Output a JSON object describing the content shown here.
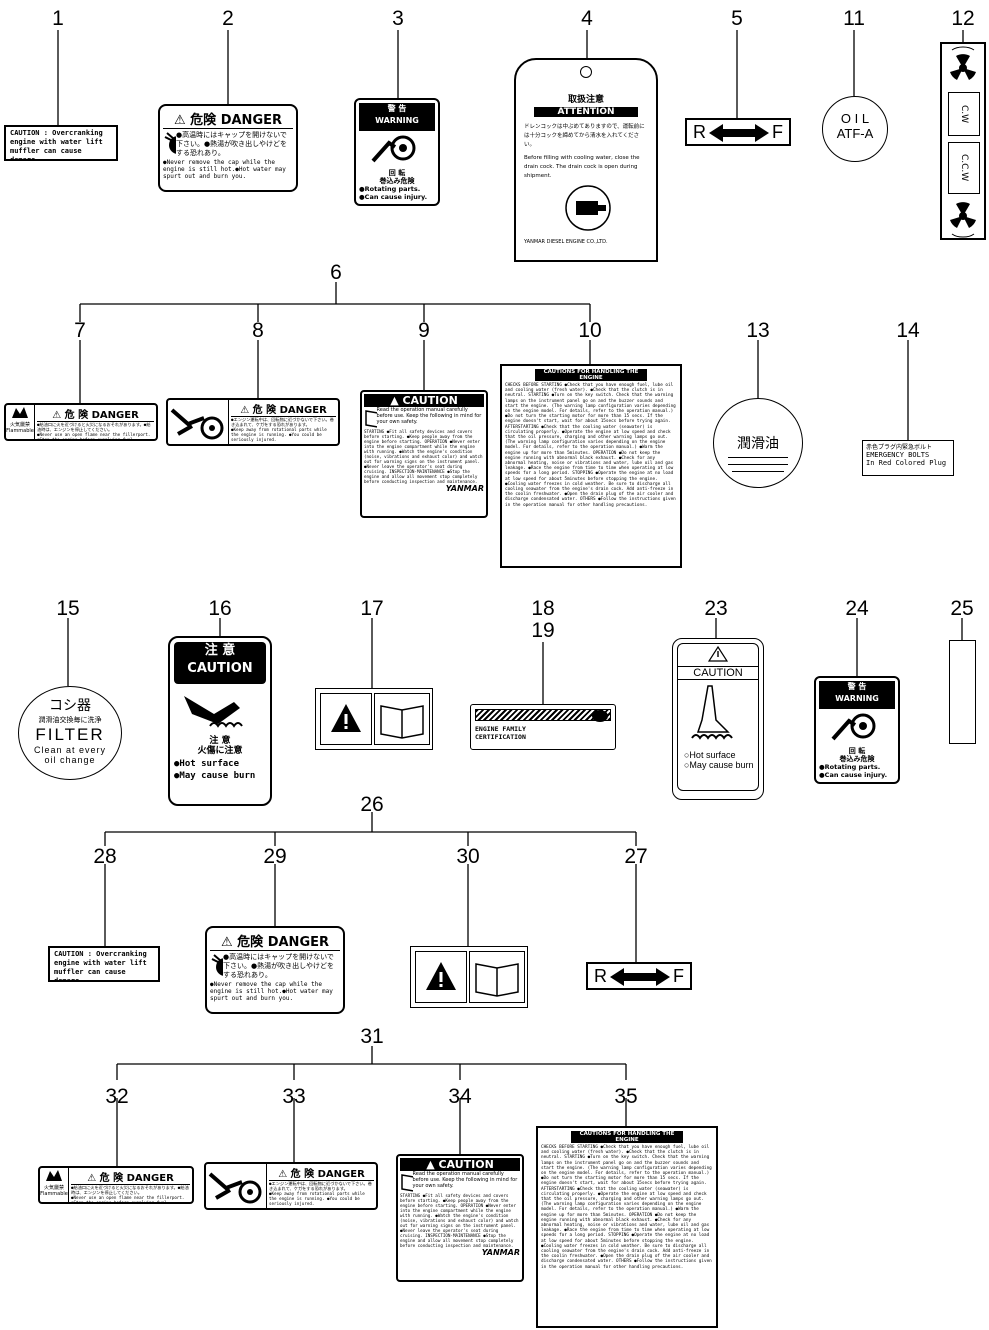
{
  "callouts": {
    "c1": "1",
    "c2": "2",
    "c3": "3",
    "c4": "4",
    "c5": "5",
    "c11": "11",
    "c12": "12",
    "c6": "6",
    "c7": "7",
    "c8": "8",
    "c9": "9",
    "c10": "10",
    "c13": "13",
    "c14": "14",
    "c15": "15",
    "c16": "16",
    "c17": "17",
    "c18": "18",
    "c19": "19",
    "c23": "23",
    "c24": "24",
    "c25": "25",
    "c26": "26",
    "c28": "28",
    "c29": "29",
    "c30": "30",
    "c27": "27",
    "c31": "31",
    "c32": "32",
    "c33": "33",
    "c34": "34",
    "c35": "35"
  },
  "labels": {
    "overcrank": "CAUTION : Overcranking engine with water lift muffler can cause damage.",
    "danger_hdr": "⚠ 危険 DANGER",
    "danger_jp": "●高温時にはキャップを開けないで下さい。●熱湯が吹き出しやけどをする恐れあり。",
    "danger_en": "●Never remove the cap while the engine is still hot.●Hot water may spurt out and burn you.",
    "warning_jp": "警 告",
    "warning_en": "WARNING",
    "rotating_jp": "回 転",
    "rotating_jp2": "巻込み危険",
    "rotating_en": "●Rotating parts. ●Can cause injury.",
    "attn_jp": "取扱注意",
    "attn_en": "ATTENTION",
    "attn_jp_body": "ドレンコックは中ぶめてありますので、運転前には十分コックを締めてから清水を入れてください。",
    "attn_en_body": "Before filling with cooling water, close the drain cock. The drain cock is open during shipment.",
    "yanmar_co": "YANMAR DIESEL ENGINE CO.,LTD.",
    "rf_r": "R",
    "rf_f": "F",
    "oil": "O I L",
    "atf": "ATF-A",
    "cw": "C.W",
    "ccw": "C.C.W",
    "fuel_jp_icon": "火気厳禁",
    "flammable": "Flammable",
    "danger7_hdr": "⚠ 危 険 DANGER",
    "danger7_jp": "●給油口に火を近づけると火災になるおそれがあります。●給油時は、エンジンを停止してください。",
    "danger7_en": "●Never use an open flame near the fillerport. ●Stop the engine before supplying fuel.",
    "danger8_hdr": "⚠ 危 険 DANGER",
    "danger8_jp": "●エンジン運転中は、回転物に近づかないで下さい。巻き込まれて、ケガをする恐れがあります。",
    "danger8_en": "●Keep away from rotational parts while the engine is running. ●You could be seriously injured.",
    "caution_hdr": "▲ CAUTION",
    "caution_read": "Read the operation manual carefully before use. Keep the following in mind for your own safety.",
    "caution_body": "STARTING ●Fit all safety devices and covers before starting. ●Keep people away from the engine before starting. OPERATION ●Never enter into the engine compartment while the engine with running. ●Watch the engine's condition (noise, vibrations and exhaust color) and watch out for warning signs on the instrument panel. ●Never leave the operator's seat during cruising. INSPECTION-MAINTENANCE ●Stop the engine and allow all movement stop completely before conducting inspection and maintenance.",
    "yanmar": "YANMAR",
    "handling_title": "CAUTIONS FOR HANDLING THE ENGINE",
    "handling_body": "CHECKS BEFORE STARTING ●Check that you have enough fuel, lube oil and cooling water (fresh water). ●Check that the clutch is in neutral. STARTING ●Turn on the key switch. Check that the warning lamps on the instrument panel go on and the buzzer sounds and start the engine. (The warning lamp configuration varies depending on the engine model. For details, refer to the operation manual.) ●Do not turn the starting motor for more than 15 secs. If the engine doesn't start, wait for about 15secs before trying again. AFTERSTARTING ●Check that the cooling water (seawater) is circulating properly. ●Operate the engine at low speed and check that the oil pressure, charging and other warning lamps go out. (The warning lamp configuration varies depending on the engine model. For details, refer to the operation manual.) ●Warm the engine up for more than 5minutes. OPERATION ●Do not keep the engine running with abnormal black exhaust. ●Check for any abnormal heating, noise or vibrations and water, lube oil and gas leakage. ●Race the engine from time to time when operating at low speeds for a long period. STOPPING ●Operate the engine at no load at low speed for about 5minutes before stopping the engine. ●Cooling water freezes in cold weather. Be sure to discharge all cooling seawater from the engine's drain cock. Add anti-freeze in the coolin freshwater. ●Open the drain plug of the air cooler and discharge condensated water. OTHERS ●Follow the instructions given in the operation manual for other handling precautions.",
    "lube_jp": "潤滑油",
    "emergency_jp": "赤色プラグ内緊急ボルト",
    "emergency_en1": "EMERGENCY BOLTS",
    "emergency_en2": "In Red Colored Plug",
    "filter_jp": "コシ器",
    "filter_jp2": "潤滑油交換毎に洗浄",
    "filter_en": "FILTER",
    "filter_sub1": "Clean at every",
    "filter_sub2": "oil change",
    "hot_caution_jp": "注 意",
    "hot_caution_en": "CAUTION",
    "hot_jp2": "注 意",
    "hot_jp3": "火傷に注意",
    "hot_en1": "●Hot surface",
    "hot_en2": "●May cause burn",
    "engine_family1": "ENGINE FAMILY",
    "engine_family2": "CERTIFICATION",
    "caution23": "CAUTION",
    "hot23_1": "○Hot surface",
    "hot23_2": "○May cause burn"
  },
  "colors": {
    "ink": "#000000",
    "paper": "#ffffff"
  }
}
